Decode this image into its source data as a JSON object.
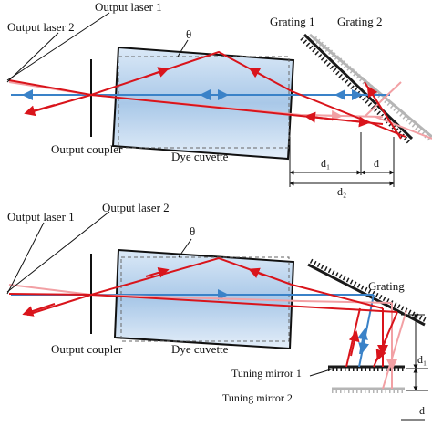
{
  "top": {
    "output_laser_1": "Output laser 1",
    "output_laser_2": "Output laser 2",
    "theta": "θ",
    "grating_1": "Grating 1",
    "grating_2": "Grating 2",
    "output_coupler": "Output coupler",
    "dye_cuvette": "Dye cuvette",
    "d1": "d₁",
    "d": "d",
    "d2": "d₂"
  },
  "bottom": {
    "output_laser_1": "Output laser 1",
    "output_laser_2": "Output laser 2",
    "theta": "θ",
    "grating": "Grating",
    "output_coupler": "Output coupler",
    "dye_cuvette": "Dye cuvette",
    "tuning_mirror_1": "Tuning mirror 1",
    "tuning_mirror_2": "Tuning mirror 2",
    "d1": "d₁",
    "d": "d"
  },
  "colors": {
    "red_beam": "#d9141b",
    "pink_beam": "#f2a0a4",
    "blue_beam": "#3a82c8",
    "grating_dark": "#1a1a1a",
    "grating_grey": "#b5b5b5"
  }
}
